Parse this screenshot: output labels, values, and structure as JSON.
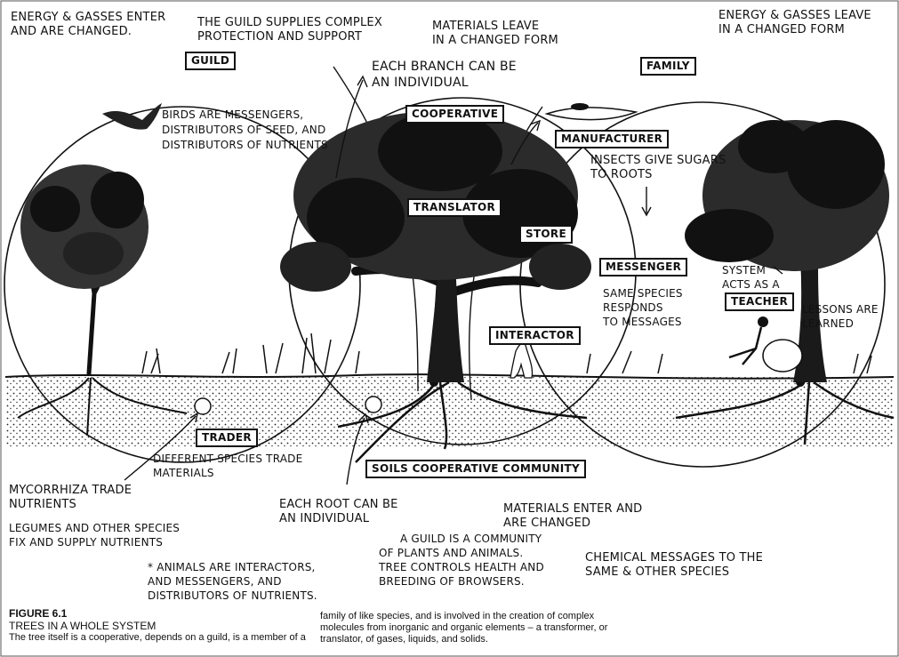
{
  "notes": {
    "energy_enter": [
      "ENERGY & GASSES ENTER",
      "AND ARE CHANGED."
    ],
    "guild_supplies": [
      "THE GUILD SUPPLIES COMPLEX",
      "PROTECTION AND SUPPORT"
    ],
    "materials_leave": [
      "MATERIALS LEAVE",
      "IN A CHANGED FORM"
    ],
    "energy_leave": [
      "ENERGY & GASSES LEAVE",
      "IN A CHANGED FORM"
    ],
    "each_branch": [
      "EACH BRANCH CAN BE",
      "AN INDIVIDUAL"
    ],
    "birds": [
      "BIRDS ARE MESSENGERS,",
      "DISTRIBUTORS OF SEED, AND",
      "DISTRIBUTORS OF NUTRIENTS"
    ],
    "insects": [
      "INSECTS GIVE SUGARS",
      "TO ROOTS"
    ],
    "same_species": [
      "SAME SPECIES",
      "RESPONDS",
      "TO MESSAGES"
    ],
    "system_acts": [
      "SYSTEM",
      "ACTS AS A"
    ],
    "lessons": [
      "LESSONS ARE",
      "LEARNED"
    ],
    "different_species": [
      "DIFFERENT SPECIES TRADE",
      "MATERIALS"
    ],
    "mycorrhiza": [
      "MYCORRHIZA TRADE",
      "NUTRIENTS"
    ],
    "legumes": [
      "LEGUMES AND OTHER SPECIES",
      "FIX AND SUPPLY NUTRIENTS"
    ],
    "animals": [
      "* ANIMALS ARE INTERACTORS,",
      "AND MESSENGERS, AND",
      "DISTRIBUTORS OF NUTRIENTS."
    ],
    "each_root": [
      "EACH ROOT CAN BE",
      "AN INDIVIDUAL"
    ],
    "materials_enter": [
      "MATERIALS ENTER AND",
      "ARE CHANGED"
    ],
    "guild_community": [
      "A GUILD IS A COMMUNITY",
      "OF PLANTS AND ANIMALS.",
      "TREE CONTROLS HEALTH AND",
      "BREEDING OF BROWSERS."
    ],
    "chemical": [
      "CHEMICAL MESSAGES TO THE",
      "SAME & OTHER SPECIES"
    ]
  },
  "labels": {
    "guild": "GUILD",
    "family": "FAMILY",
    "cooperative": "COOPERATIVE",
    "manufacturer": "MANUFACTURER",
    "translator": "TRANSLATOR",
    "store": "STORE",
    "messenger": "MESSENGER",
    "teacher": "TEACHER",
    "interactor": "INTERACTOR",
    "trader": "TRADER",
    "soils": "SOILS COOPERATIVE COMMUNITY"
  },
  "caption": {
    "figure": "FIGURE 6.1",
    "title": "TREES IN A WHOLE SYSTEM",
    "text_left": "The tree itself is a cooperative, depends on a guild, is a member of a",
    "text_right": [
      "family of like species, and is involved in the creation of complex",
      "molecules from inorganic and organic elements – a transformer, or",
      "translator, of gases, liquids, and solids."
    ]
  },
  "colors": {
    "ink": "#111111",
    "paper": "#ffffff",
    "frame": "#555555"
  }
}
